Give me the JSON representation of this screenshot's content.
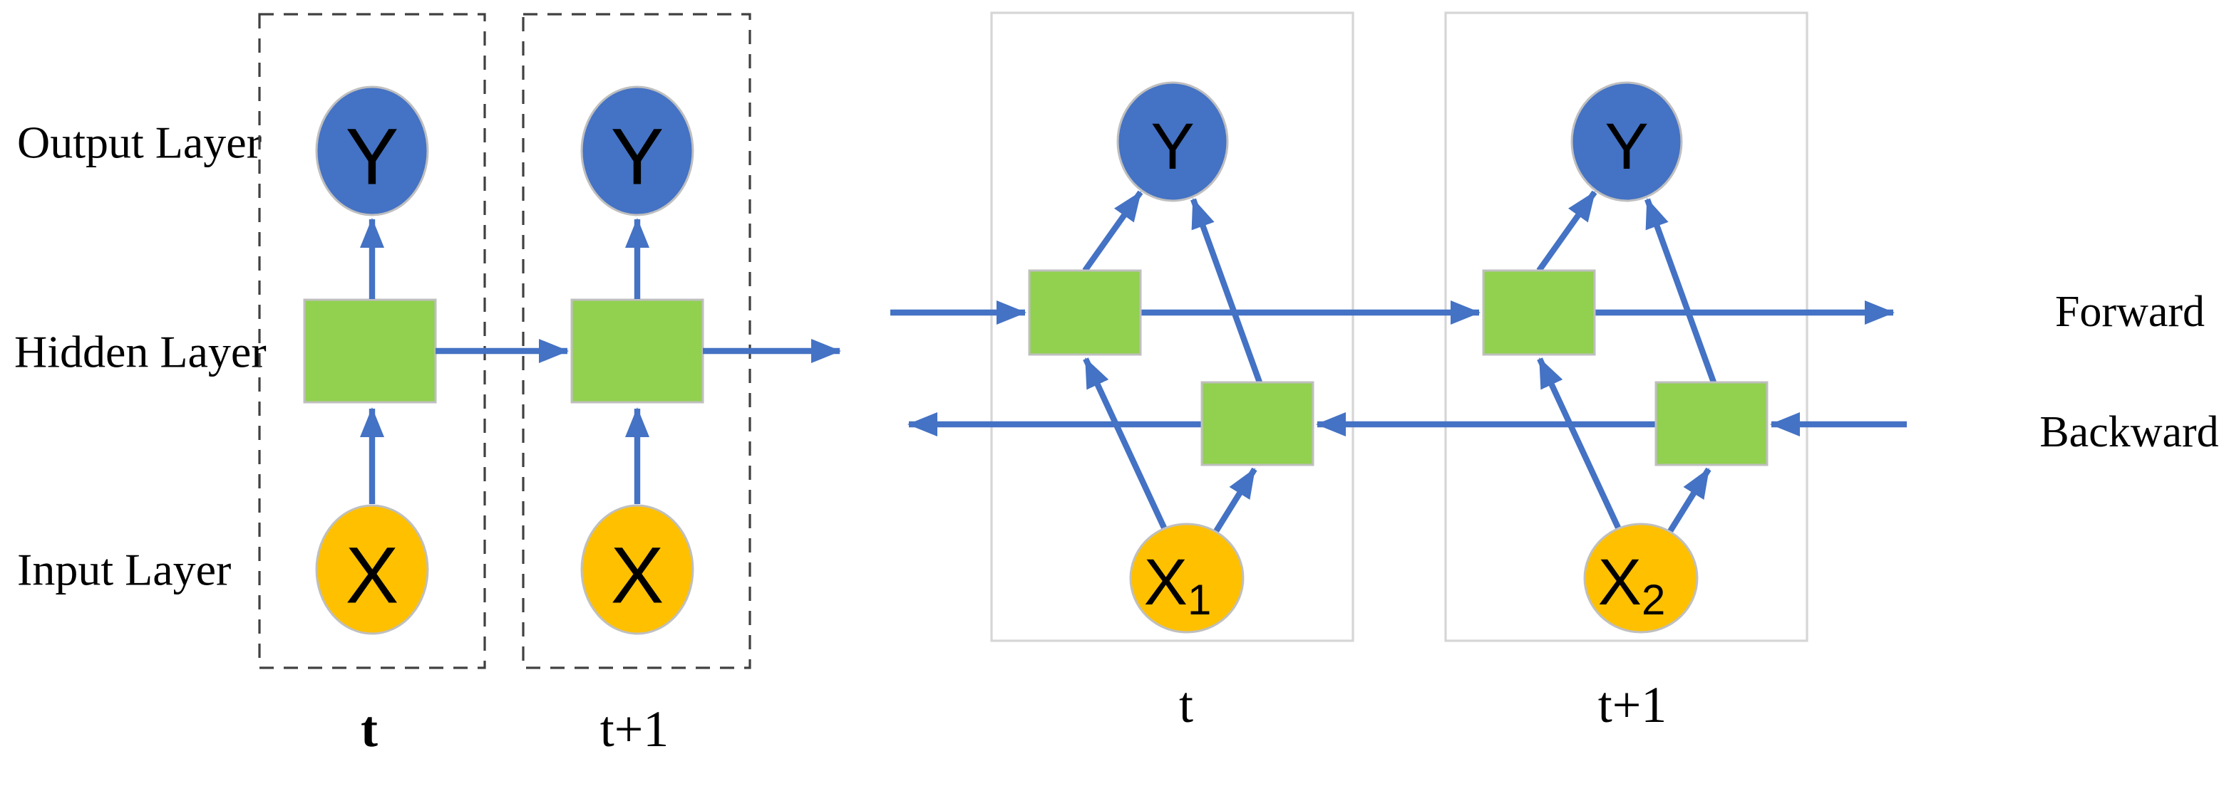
{
  "colors": {
    "node_blue": "#4472C4",
    "node_green": "#92D050",
    "node_orange": "#FFC000",
    "arrow_blue": "#4472C4",
    "node_border": "#BFBFBF",
    "frame_gray": "#D6D6D6",
    "dash_gray": "#404040",
    "text_black": "#000000",
    "background": "#FFFFFF"
  },
  "left_diagram": {
    "layer_labels": {
      "output": "Output Layer",
      "hidden": "Hidden Layer",
      "input": "Input Layer"
    },
    "columns": [
      {
        "time_label": "t",
        "output_node": "Y",
        "input_node": "X"
      },
      {
        "time_label": "t+1",
        "output_node": "Y",
        "input_node": "X"
      }
    ]
  },
  "right_diagram": {
    "columns": [
      {
        "time_label": "t",
        "output_node": "Y",
        "input_node_base": "X",
        "input_node_sub": "1"
      },
      {
        "time_label": "t+1",
        "output_node": "Y",
        "input_node_base": "X",
        "input_node_sub": "2"
      }
    ],
    "direction_labels": {
      "forward": "Forward",
      "backward": "Backward"
    }
  }
}
